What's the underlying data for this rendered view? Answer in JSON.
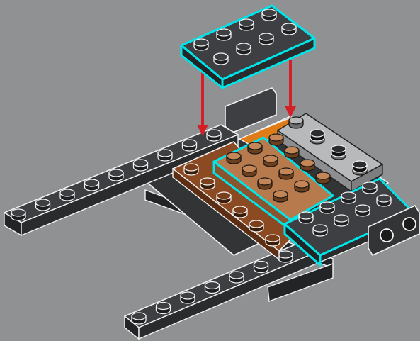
{
  "instruction_step": {
    "background_color": "#8f9192",
    "highlight_color": "#00e5ea",
    "arrow_color": "#d32027",
    "arrow_count": 2,
    "brick_colors": {
      "dark_gray": "#333436",
      "dark_gray_top": "#3d3f42",
      "reddish_brown": "#8b4a22",
      "medium_nougat": "#b77a4c",
      "orange": "#e07c18",
      "light_bluish_gray": "#b8b9bb"
    },
    "new_part": {
      "name": "plate-2x4",
      "color": "dark_gray",
      "studs": 8
    },
    "parts_in_model": [
      "plate-2x4",
      "plate-1x12",
      "plate-1x12",
      "plate-4x8",
      "plate-4x6",
      "plate-2x6",
      "plate-1x4",
      "plate-2x3",
      "plate-1x2-with-pin-holes",
      "plate-2x4",
      "panel-1x4"
    ]
  }
}
